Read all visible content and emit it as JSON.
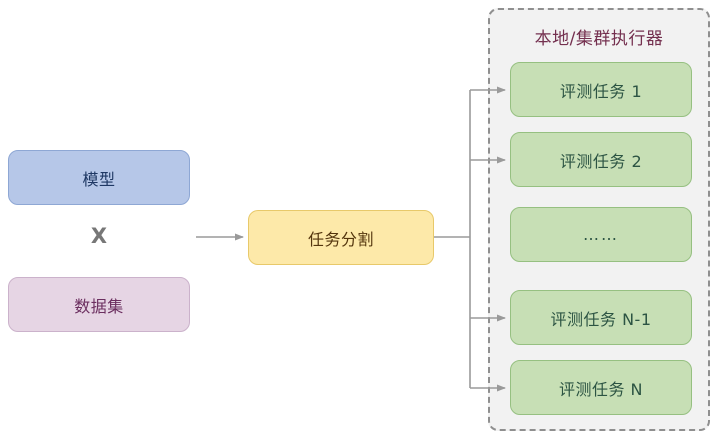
{
  "diagram": {
    "inputs": {
      "model_label": "模型",
      "dataset_label": "数据集",
      "operator_symbol": "X"
    },
    "process": {
      "split_label": "任务分割"
    },
    "executor": {
      "title": "本地/集群执行器",
      "tasks": [
        {
          "label": "评测任务 1"
        },
        {
          "label": "评测任务 2"
        },
        {
          "label": "……"
        },
        {
          "label": "评测任务 N-1"
        },
        {
          "label": "评测任务 N"
        }
      ]
    },
    "colors": {
      "model_fill": "#b6c7e8",
      "model_border": "#8ea7d4",
      "model_text": "#1f3864",
      "dataset_fill": "#e6d5e4",
      "dataset_border": "#cbb2cb",
      "dataset_text": "#6b2e5f",
      "split_fill": "#fde9a9",
      "split_border": "#e8c96a",
      "split_text": "#54350d",
      "task_fill": "#c7dfb5",
      "task_border": "#96c081",
      "task_text": "#2c5443",
      "panel_fill": "#f2f2f2",
      "panel_border": "#8f8f8f",
      "title_text": "#74304f",
      "connector": "#9a9a9a",
      "operator_text": "#777777"
    }
  }
}
